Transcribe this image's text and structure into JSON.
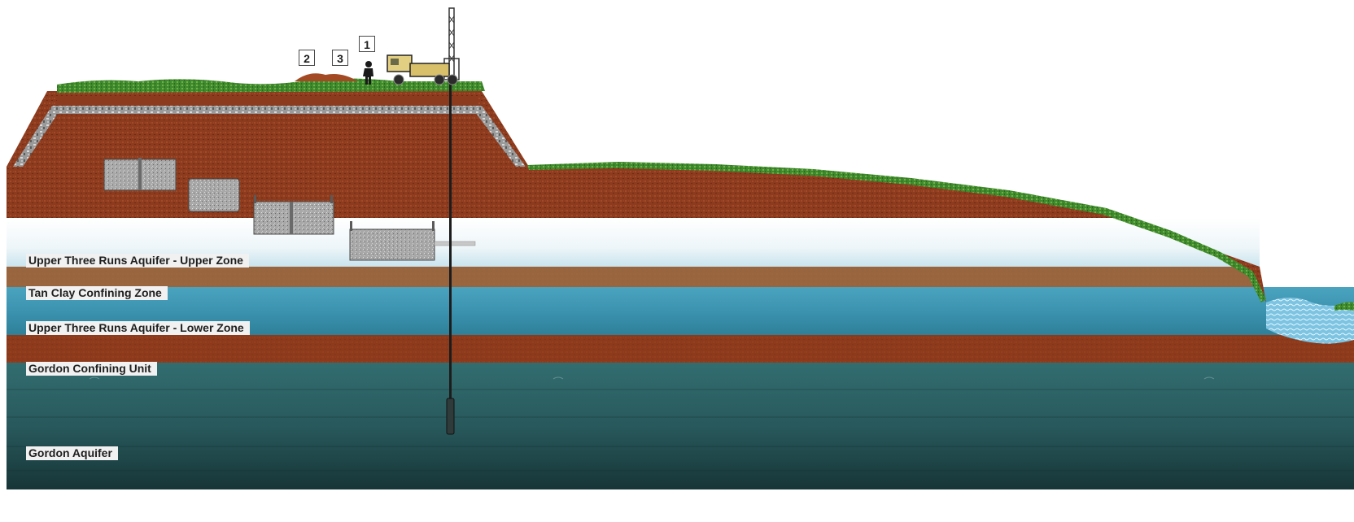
{
  "layers": [
    {
      "id": "upper-zone",
      "label": "Upper Three Runs Aquifer - Upper Zone"
    },
    {
      "id": "tan-clay",
      "label": "Tan Clay Confining Zone"
    },
    {
      "id": "lower-zone",
      "label": "Upper Three Runs Aquifer - Lower Zone"
    },
    {
      "id": "gordon-confining",
      "label": "Gordon Confining Unit"
    },
    {
      "id": "gordon-aquifer",
      "label": "Gordon Aquifer"
    }
  ],
  "markers": [
    {
      "id": "marker-1",
      "label": "1"
    },
    {
      "id": "marker-2",
      "label": "2"
    },
    {
      "id": "marker-3",
      "label": "3"
    }
  ],
  "colors": {
    "soil": "#8c3b1e",
    "grass": "#3f8a2c",
    "tan_clay": "#9a6b43",
    "lower_zone": "#3f9ab7",
    "gordon_confining": "#8d3a1b",
    "gordon_aquifer": "#2e6668",
    "stream": "#7cc4e2"
  },
  "icons": [
    "drill-rig-icon",
    "person-icon",
    "waste-container-icon",
    "monitoring-well-icon",
    "stream-icon"
  ]
}
